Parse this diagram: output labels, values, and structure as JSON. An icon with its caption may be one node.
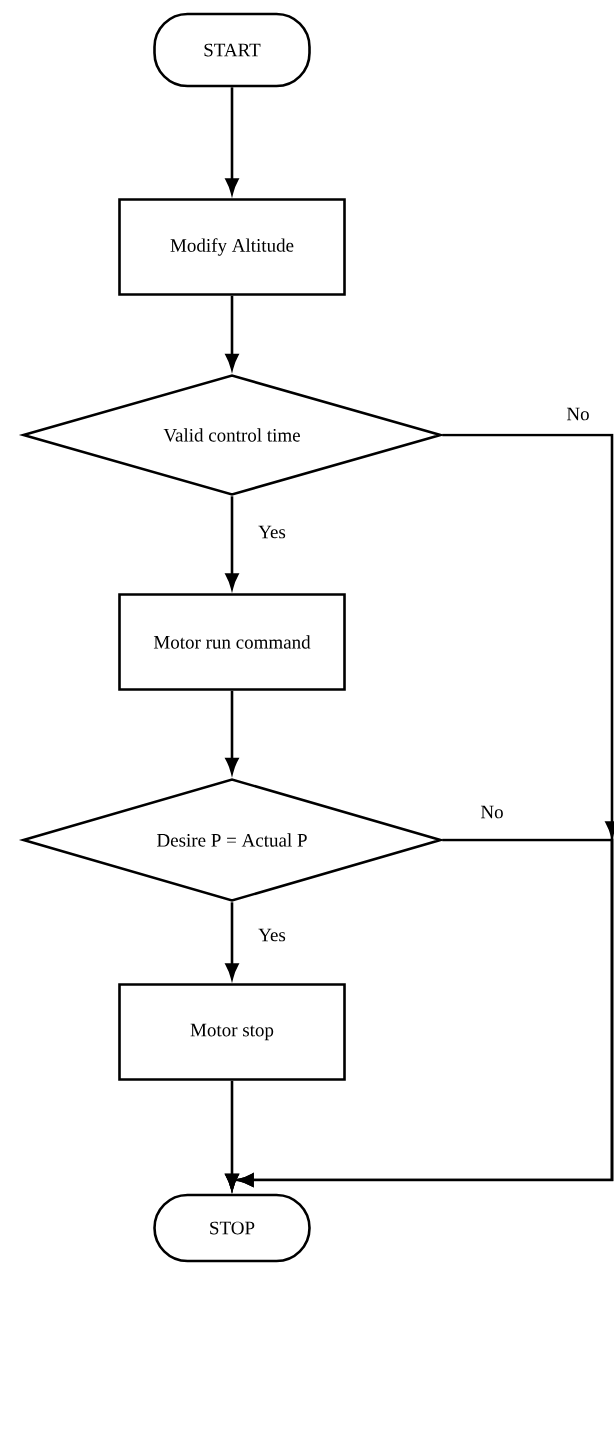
{
  "diagram": {
    "nodes": [
      {
        "text": [
          "START"
        ]
      },
      {
        "text": [
          "Modify Altitude"
        ]
      },
      {
        "text": [
          "Valid control time"
        ]
      },
      {
        "text": [
          "Motor run command"
        ]
      },
      {
        "text": [
          "Desire P = Actual P"
        ]
      },
      {
        "text": [
          "Motor stop"
        ]
      },
      {
        "text": [
          "STOP"
        ]
      }
    ],
    "edges": [
      {
        "from": 0,
        "to": 1,
        "arrow": "to"
      },
      {
        "from": 1,
        "to": 2,
        "arrow": "to"
      },
      {
        "from": 2,
        "to": 3,
        "arrow": "to",
        "label": "Yes"
      },
      {
        "from": 2,
        "to": 6,
        "arrow": "to",
        "label": "No"
      },
      {
        "from": 3,
        "to": 4,
        "arrow": "to"
      },
      {
        "from": 4,
        "to": 5,
        "arrow": "to",
        "label": "Yes"
      },
      {
        "from": 4,
        "to": 6,
        "arrow": "to",
        "label": "No"
      },
      {
        "from": 5,
        "to": 6,
        "arrow": "to"
      }
    ]
  }
}
